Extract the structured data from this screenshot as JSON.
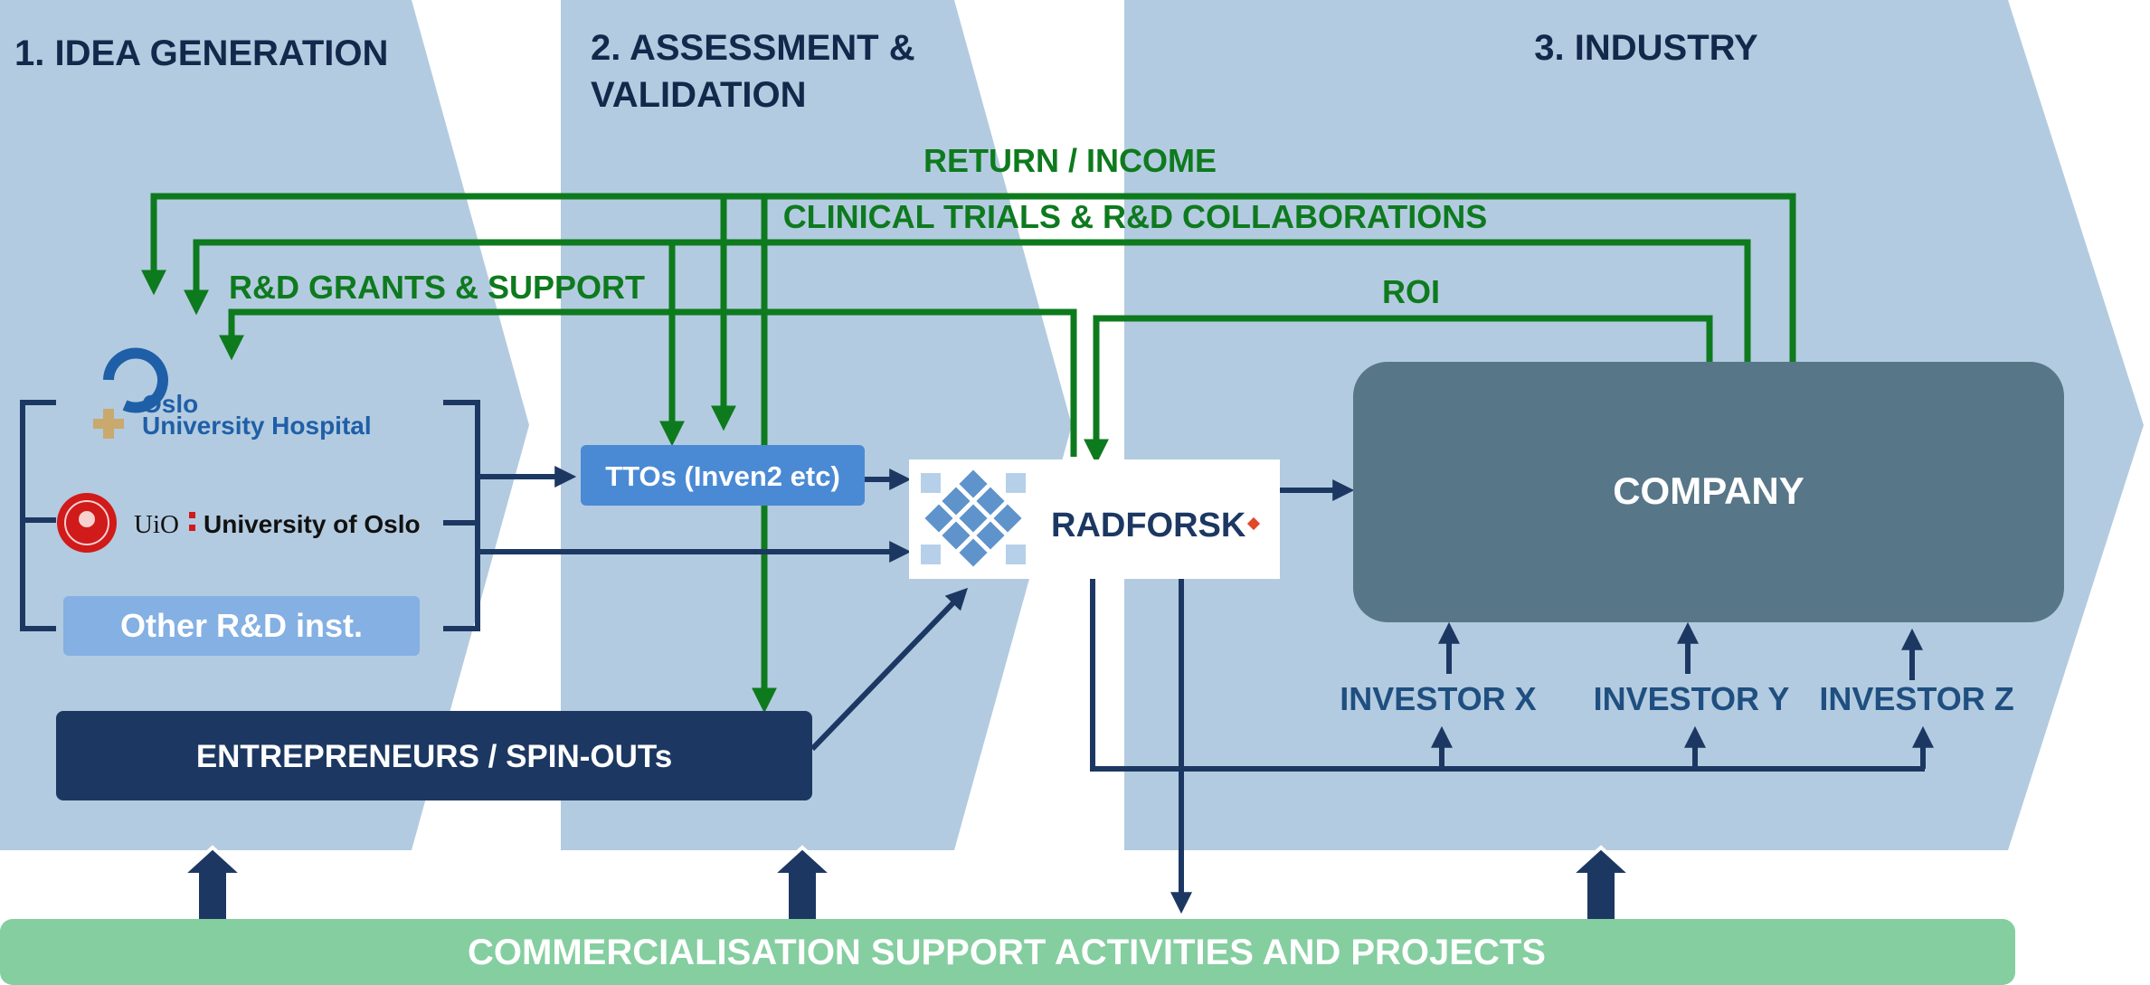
{
  "stages": {
    "idea": {
      "title": "1. IDEA GENERATION"
    },
    "assessment": {
      "title_line1": "2. ASSESSMENT &",
      "title_line2": "VALIDATION"
    },
    "industry": {
      "title": "3. INDUSTRY"
    }
  },
  "flows": {
    "return_income": "RETURN / INCOME",
    "clinical": "CLINICAL TRIALS & R&D COLLABORATIONS",
    "grants": "R&D GRANTS & SUPPORT",
    "roi": "ROI"
  },
  "institutions": {
    "ous_line1": "Oslo",
    "ous_line2": "University Hospital",
    "uio_short": "UiO",
    "uio_name": "University of Oslo",
    "other": "Other R&D inst."
  },
  "boxes": {
    "tto": "TTOs (Inven2 etc)",
    "entrepreneurs": "ENTREPRENEURS / SPIN-OUTs",
    "company": "COMPANY",
    "radforsk": "RADFORSK",
    "commercialisation": "COMMERCIALISATION SUPPORT ACTIVITIES AND PROJECTS"
  },
  "investors": [
    "INVESTOR X",
    "INVESTOR Y",
    "INVESTOR Z"
  ],
  "colors": {
    "chevron": "#b3cbe0",
    "green": "#0e7a1e",
    "navy": "#1c3862",
    "company": "#577789",
    "tto": "#4a8ad5",
    "other": "#84b0e3",
    "entrepreneurs": "#1c3862",
    "commercialisation": "#84cea0"
  }
}
